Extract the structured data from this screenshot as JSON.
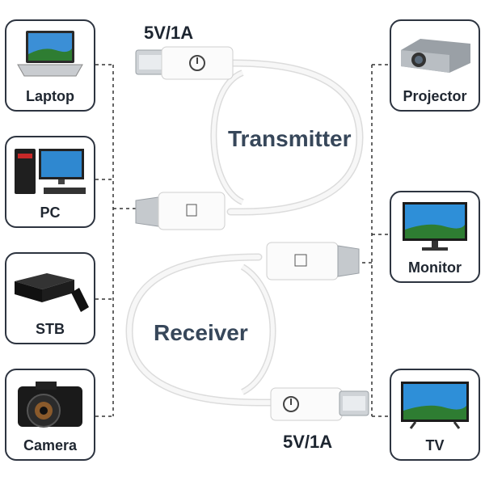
{
  "sources": [
    {
      "label": "Laptop",
      "icon": "laptop-icon"
    },
    {
      "label": "PC",
      "icon": "desktop-pc-icon"
    },
    {
      "label": "STB",
      "icon": "set-top-box-icon"
    },
    {
      "label": "Camera",
      "icon": "camera-icon"
    }
  ],
  "displays": [
    {
      "label": "Projector",
      "icon": "projector-icon"
    },
    {
      "label": "Monitor",
      "icon": "monitor-icon"
    },
    {
      "label": "TV",
      "icon": "tv-icon"
    }
  ],
  "transmitter": {
    "label": "Transmitter",
    "power": "5V/1A"
  },
  "receiver": {
    "label": "Receiver",
    "power": "5V/1A"
  },
  "colors": {
    "border": "#2d3440",
    "label_text": "#37475a",
    "cable": "#f4f4f4",
    "dashed_line": "#333333"
  }
}
